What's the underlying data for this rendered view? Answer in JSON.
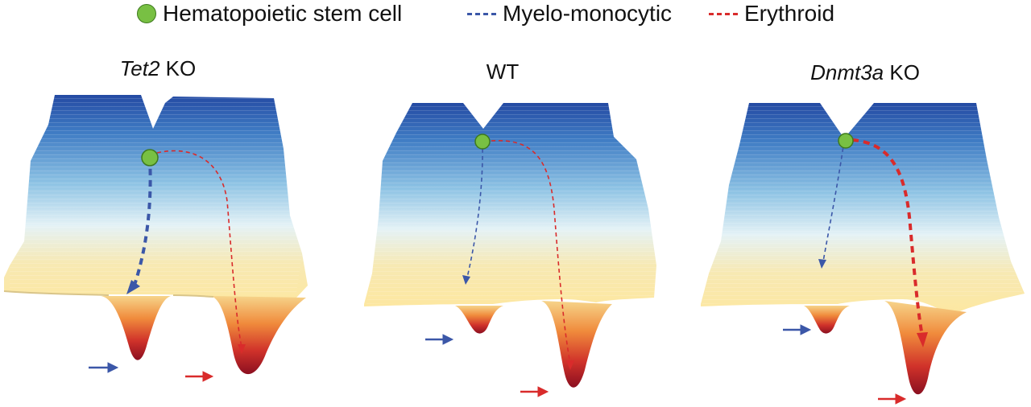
{
  "legend": {
    "stem_cell": "Hematopoietic stem cell",
    "myelo": "Myelo-monocytic",
    "erythroid": "Erythroid"
  },
  "panels": [
    {
      "title_gene": "Tet2",
      "title_suffix": " KO",
      "myelo_emphasis": "strong",
      "erythroid_emphasis": "weak"
    },
    {
      "title_gene": "",
      "title_suffix": "WT",
      "myelo_emphasis": "normal",
      "erythroid_emphasis": "normal"
    },
    {
      "title_gene": "Dnmt3a",
      "title_suffix": " KO",
      "myelo_emphasis": "weak",
      "erythroid_emphasis": "strong"
    }
  ],
  "colors": {
    "stem_cell": "#78c043",
    "myelo": "#3b57a8",
    "erythroid": "#d92b2b",
    "landscape_top": "#2a52a8",
    "landscape_mid": "#bfe0ee",
    "landscape_plateau": "#fbe9a6",
    "landscape_well": "#8c0f1e"
  }
}
